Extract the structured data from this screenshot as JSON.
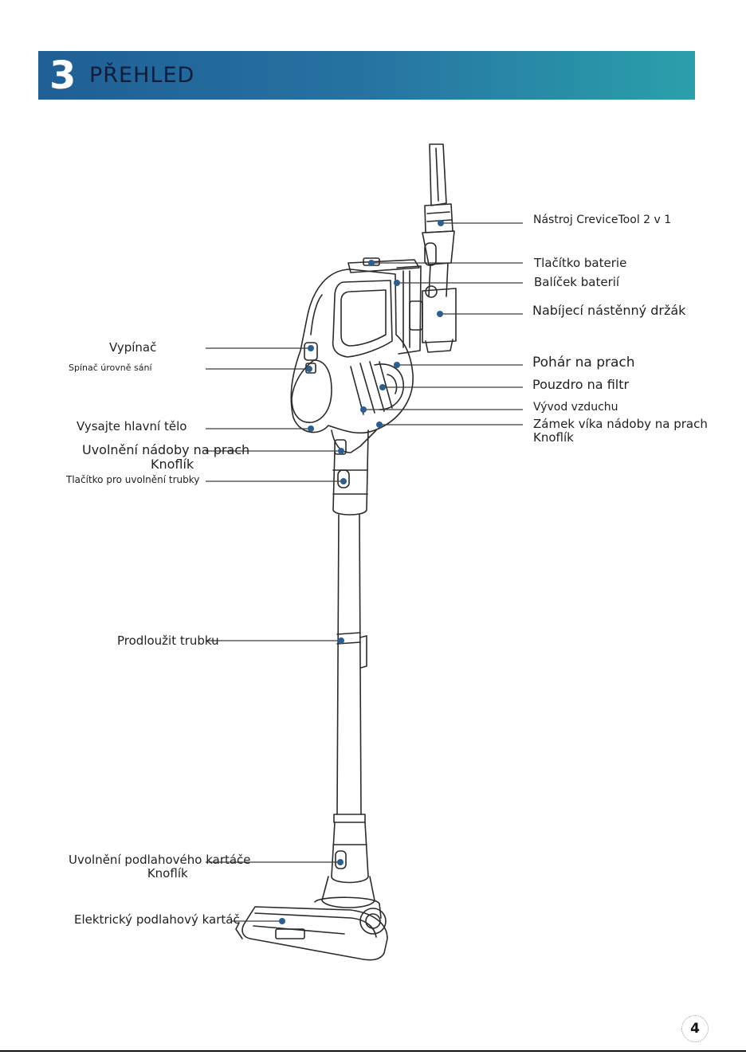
{
  "header": {
    "number": "3",
    "title": "PŘEHLED"
  },
  "labels": {
    "crevice_tool": "Nástroj CreviceTool 2 v 1",
    "battery_button": "Tlačítko baterie",
    "battery_pack": "Balíček baterií",
    "wall_holder": "Nabíjecí nástěnný držák",
    "power_switch": "Vypínač",
    "suction_switch": "Spínač úrovně sání",
    "dust_cup": "Pohár na prach",
    "filter_housing": "Pouzdro na filtr",
    "air_outlet": "Vývod vzduchu",
    "lid_lock_line1": "Zámek víka nádoby na prach",
    "lid_lock_line2": "Knoflík",
    "main_body": "Vysajte hlavní tělo",
    "dust_release_line1": "Uvolnění nádoby na prach",
    "dust_release_line2": "Knoflík",
    "tube_release": "Tlačítko pro uvolnění trubky",
    "extension_tube": "Prodloužit trubku",
    "brush_release_line1": "Uvolnění podlahového kartáče",
    "brush_release_line2": "Knoflík",
    "floor_brush": "Elektrický podlahový kartáč"
  },
  "page_number": "4",
  "colors": {
    "banner_start": "#1f5f95",
    "banner_end": "#2aa0ab",
    "callout": "#2b5f8f",
    "line": "#2b2b2b"
  }
}
